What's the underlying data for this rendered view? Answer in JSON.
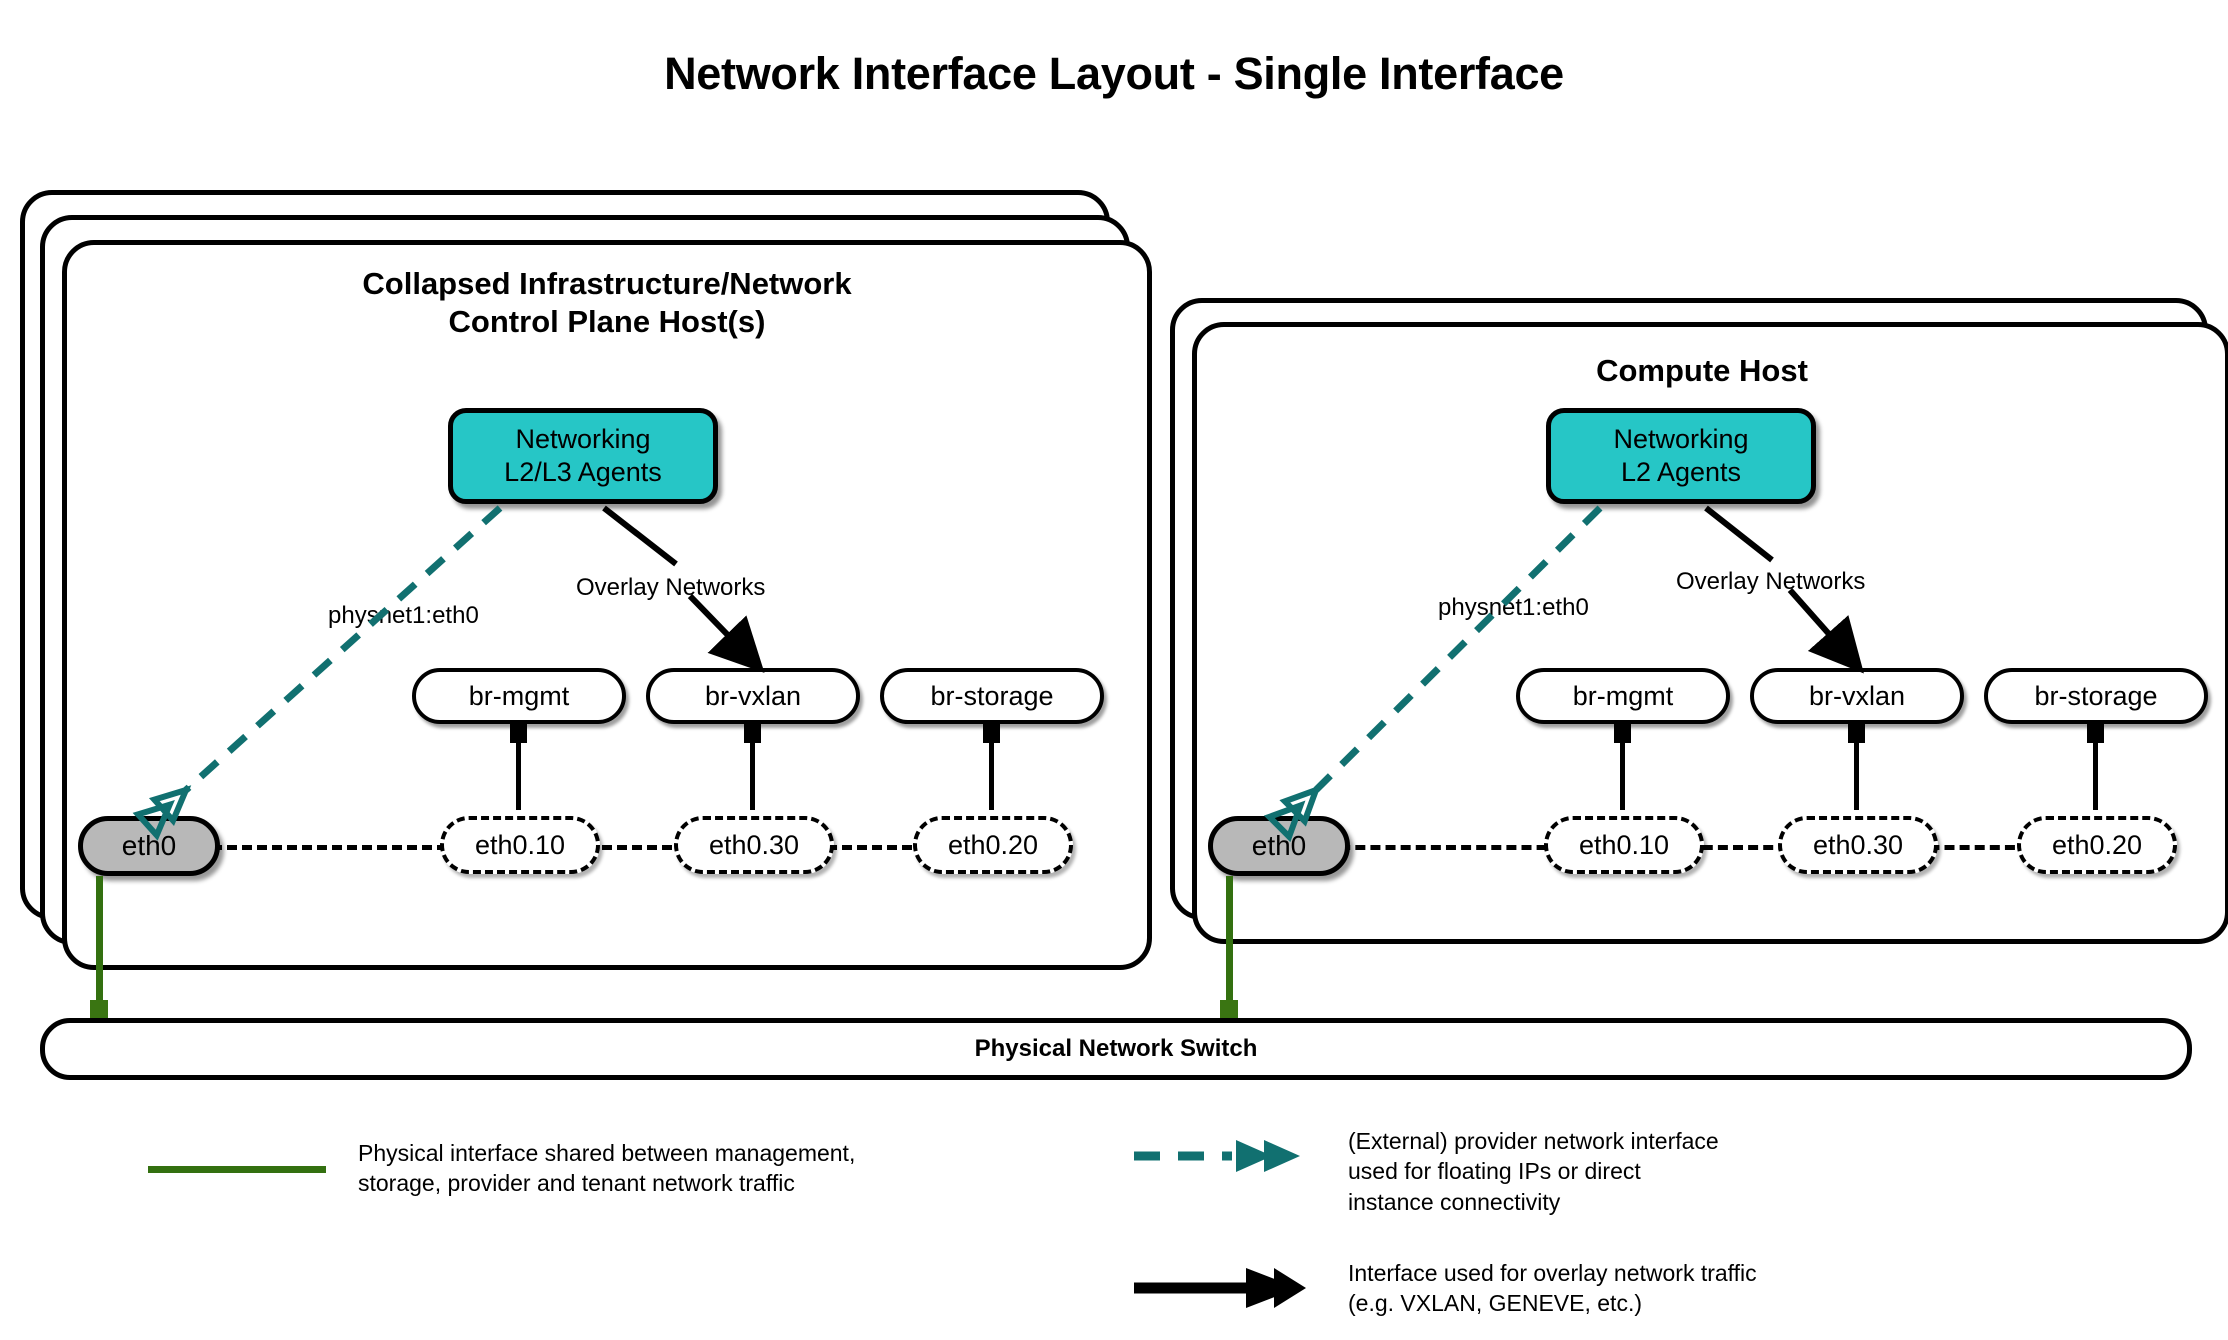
{
  "title": "Network Interface Layout - Single Interface",
  "hosts": [
    {
      "id": "control-plane",
      "title": "Collapsed Infrastructure/Network\nControl Plane Host(s)",
      "stack_layers": 3,
      "agent": {
        "label": "Networking\nL2/L3 Agents",
        "color": "#26c6c6"
      },
      "provider_label": "physnet1:eth0",
      "overlay_label": "Overlay Networks",
      "nic": {
        "label": "eth0",
        "color": "#b8b8b8"
      },
      "bridges": [
        {
          "label": "br-mgmt"
        },
        {
          "label": "br-vxlan"
        },
        {
          "label": "br-storage"
        }
      ],
      "vlans": [
        {
          "label": "eth0.10"
        },
        {
          "label": "eth0.30"
        },
        {
          "label": "eth0.20"
        }
      ]
    },
    {
      "id": "compute",
      "title": "Compute Host",
      "stack_layers": 2,
      "agent": {
        "label": "Networking\nL2 Agents",
        "color": "#26c6c6"
      },
      "provider_label": "physnet1:eth0",
      "overlay_label": "Overlay Networks",
      "nic": {
        "label": "eth0",
        "color": "#b8b8b8"
      },
      "bridges": [
        {
          "label": "br-mgmt"
        },
        {
          "label": "br-vxlan"
        },
        {
          "label": "br-storage"
        }
      ],
      "vlans": [
        {
          "label": "eth0.10"
        },
        {
          "label": "eth0.30"
        },
        {
          "label": "eth0.20"
        }
      ]
    }
  ],
  "switch": {
    "label": "Physical Network Switch"
  },
  "legend": [
    {
      "id": "physical-interface",
      "glyph": "solid-green-line",
      "color": "#337010",
      "text": "Physical interface shared between management,\nstorage, provider and tenant network traffic"
    },
    {
      "id": "provider-network",
      "glyph": "dashed-teal-double-chevron-arrow",
      "color": "#117070",
      "text": "(External) provider network interface\nused for floating IPs or direct\ninstance connectivity"
    },
    {
      "id": "overlay-network",
      "glyph": "solid-black-arrow",
      "color": "#000000",
      "text": "Interface used for overlay network traffic\n(e.g. VXLAN, GENEVE, etc.)"
    }
  ],
  "colors": {
    "teal_dashed": "#117070",
    "agent_fill": "#26c6c6",
    "nic_fill": "#b8b8b8",
    "green_link": "#337010",
    "outline": "#000000"
  }
}
